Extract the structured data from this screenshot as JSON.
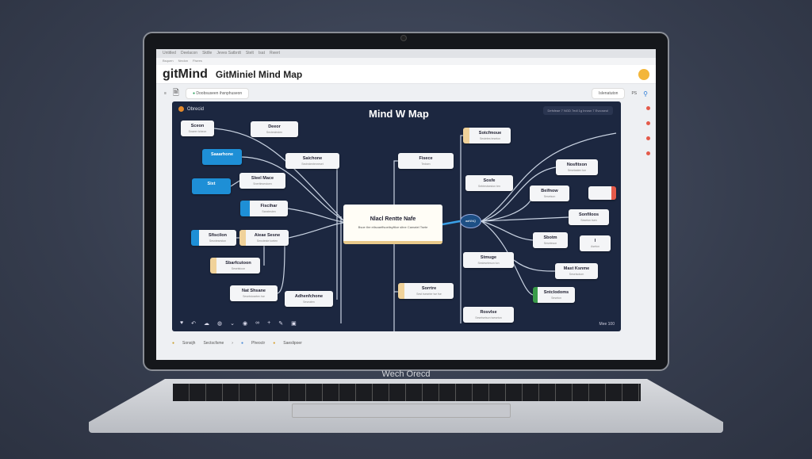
{
  "window": {
    "menu": [
      "Untitled",
      "Deelacon",
      "Sktlle",
      "Jeves Satbrdt",
      "Stelt",
      "Isat",
      "Rwert"
    ],
    "submenu": [
      "Bsquen",
      "Neclon",
      "Flsees"
    ],
    "logo": "gitMind",
    "title": "GitMiniel Mind Map"
  },
  "toolbar": {
    "doc_label": "Doobsuseen ihsnphuseon",
    "right_label": "Islenatuton",
    "ps": "PS"
  },
  "canvas": {
    "header": "Obrecid",
    "title": "Mind W Map",
    "tools": "Defsfeae 7 NGD 7edl 1g   Inrosn 7 Evcoseol",
    "zoom": "Mee  100"
  },
  "center": {
    "title": "Nlacl Rentte Nafe",
    "sub": "Bsoe tlre etlscaeffsoeitsyftlce sltne Camatel Tsete"
  },
  "hub": "aaNNQ",
  "nodes": [
    {
      "t": "Sceon",
      "s": "Snaeer tcheon"
    },
    {
      "t": "Deeor",
      "s": "Sectestesten"
    },
    {
      "t": "Saaarhone",
      "s": ""
    },
    {
      "t": "Saichone",
      "s": "Sectrstentenreset"
    },
    {
      "t": "Sixt",
      "s": ""
    },
    {
      "t": "Sleel Mace",
      "s": "Snerttesestoen"
    },
    {
      "t": "Fiscihar",
      "s": "Sseatesten"
    },
    {
      "t": "Sfiscilon",
      "s": "Sesnteseston"
    },
    {
      "t": "Aieae Sesne",
      "s": "Sencteste toeten"
    },
    {
      "t": "Sbarfcutoon",
      "s": "Sesetstoon"
    },
    {
      "t": "Nat Shsane",
      "s": "Sesetstoseten tse"
    },
    {
      "t": "Adhenfchone",
      "s": "Seseaten"
    },
    {
      "t": "Fisece",
      "s": "Tedsen"
    },
    {
      "t": "Sorrtre",
      "s": "Sest tseseter tse fse"
    },
    {
      "t": "Sotcfmoue",
      "s": "Sestetes teseton"
    },
    {
      "t": "Sosfe",
      "s": "Sebtestseston ten"
    },
    {
      "t": "Nosfitxon",
      "s": "Sesetasten ton"
    },
    {
      "t": "Beifnow",
      "s": "Sesetson"
    },
    {
      "t": "Sonfiloos",
      "s": "Seseton tsen"
    },
    {
      "t": "Sbotm",
      "s": "Seseteson"
    },
    {
      "t": "I",
      "s": "Aseton"
    },
    {
      "t": "Stmuge",
      "s": "Sesteseteson ton"
    },
    {
      "t": "Mast Ksnme",
      "s": "Sesetsotom"
    },
    {
      "t": "Sntclodoms",
      "s": "Seseton"
    },
    {
      "t": "Rosvlse",
      "s": "Sesetsetson tseseton"
    }
  ],
  "bottombar": [
    "Sonsijh",
    "Sectscfsme",
    "Pheoctr",
    "Saeslipoer"
  ],
  "laptop": {
    "brand": "Wech Orecd"
  },
  "colors": {
    "canvas": "#1c2740",
    "accent": "#1e8fd6",
    "node": "#f4f5f7"
  }
}
